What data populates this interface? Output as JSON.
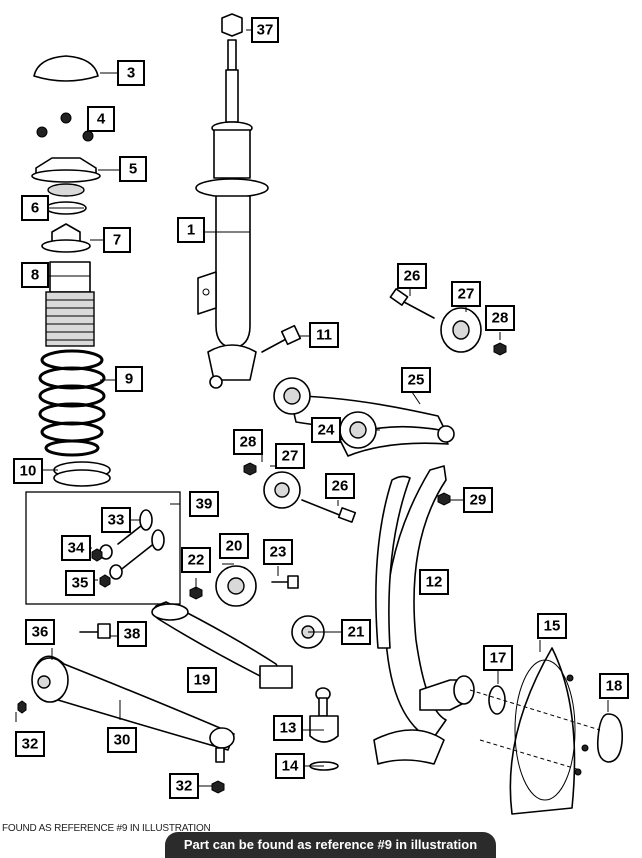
{
  "callouts": {
    "c1": "1",
    "c3": "3",
    "c4": "4",
    "c5": "5",
    "c6": "6",
    "c7": "7",
    "c8": "8",
    "c9": "9",
    "c10": "10",
    "c11": "11",
    "c12": "12",
    "c13": "13",
    "c14": "14",
    "c15": "15",
    "c17": "17",
    "c18": "18",
    "c19": "19",
    "c20": "20",
    "c21": "21",
    "c22": "22",
    "c23": "23",
    "c24": "24",
    "c25": "25",
    "c26a": "26",
    "c26b": "26",
    "c27a": "27",
    "c27b": "27",
    "c28a": "28",
    "c28b": "28",
    "c29": "29",
    "c30": "30",
    "c32a": "32",
    "c32b": "32",
    "c33": "33",
    "c34": "34",
    "c35": "35",
    "c36": "36",
    "c37": "37",
    "c38": "38",
    "c39": "39"
  },
  "footer": {
    "reference_text": "FOUND AS REFERENCE #9 IN ILLUSTRATION",
    "banner_text": "Part can be found as reference #9 in illustration"
  }
}
